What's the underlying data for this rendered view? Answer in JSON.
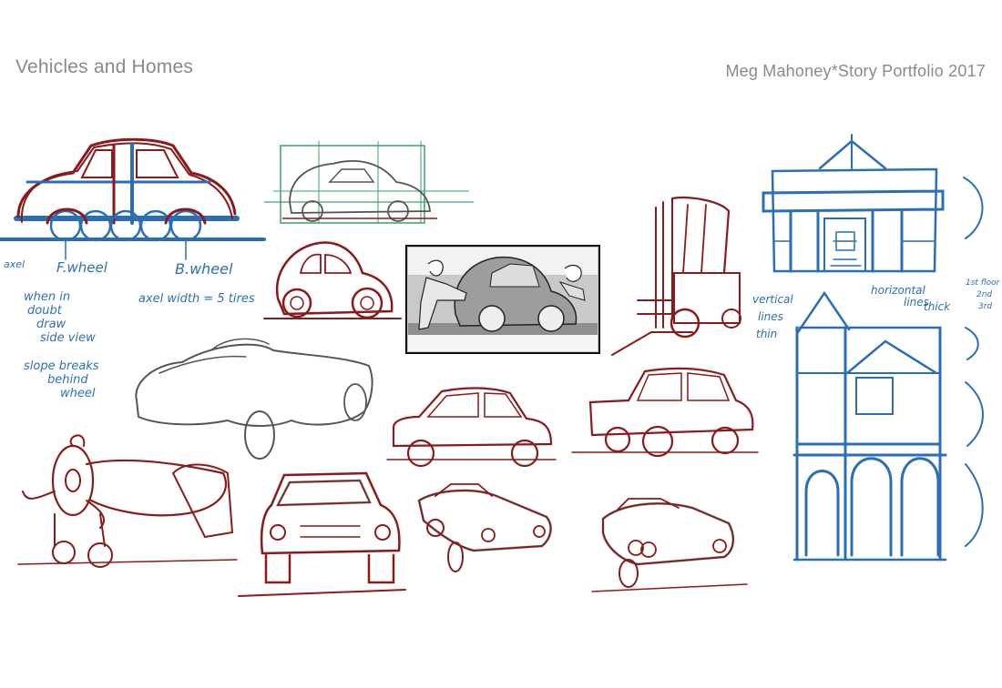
{
  "page": {
    "title": "Vehicles and Homes",
    "credit": "Meg Mahoney*Story Portfolio 2017"
  },
  "colors": {
    "red_ink": "#8b1a1a",
    "blue_ink": "#2a6fb5",
    "green_guides": "#3aa36a",
    "grey_ink": "#555555",
    "teal_fill": "#8fd3d0"
  },
  "notes": {
    "axel": "axel",
    "fwheel": "F.wheel",
    "bwheel": "B.wheel",
    "axel_width": "axel width = 5 tires",
    "when_in_doubt_1": "when in",
    "when_in_doubt_2": "doubt",
    "when_in_doubt_3": "draw",
    "when_in_doubt_4": "side view",
    "slope_1": "slope breaks",
    "slope_2": "behind",
    "slope_3": "wheel",
    "vertical_1": "vertical",
    "vertical_2": "lines",
    "vertical_3": "thin",
    "horizontal_1": "horizontal",
    "horizontal_2": "lines",
    "horizontal_3": "thick",
    "floor_1": "1st floor",
    "floor_2": "2nd",
    "floor_3": "3rd"
  },
  "sketches": [
    "car-side-construction",
    "beetle-with-guides",
    "beetle-sketch",
    "beetle-storyboard-panel",
    "forklift-sketch",
    "house-small",
    "house-tall",
    "sports-car-outline",
    "sedan-side",
    "sedan-three-quarter",
    "propeller-plane",
    "car-front-view",
    "muscle-car-left",
    "muscle-car-right"
  ]
}
